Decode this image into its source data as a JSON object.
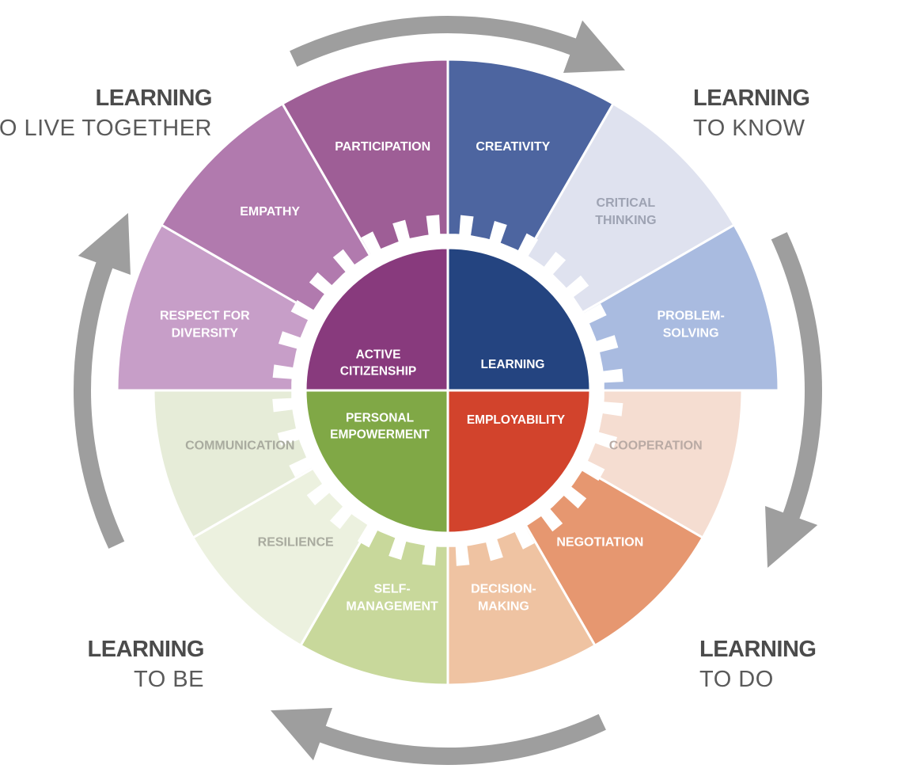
{
  "colors": {
    "background": "#ffffff",
    "arrow": "#9e9e9e",
    "separator": "#ffffff"
  },
  "corners": [
    {
      "id": "tl",
      "strong": "LEARNING",
      "light": "TO LIVE TOGETHER"
    },
    {
      "id": "tr",
      "strong": "LEARNING",
      "light": "TO KNOW"
    },
    {
      "id": "bl",
      "strong": "LEARNING",
      "light": "TO BE"
    },
    {
      "id": "br",
      "strong": "LEARNING",
      "light": "TO DO"
    }
  ],
  "quadrants": [
    {
      "core": {
        "lines": [
          "ACTIVE",
          "CITIZENSHIP"
        ],
        "color": "#883a7d"
      },
      "segments": [
        {
          "lines": [
            "RESPECT FOR",
            "DIVERSITY"
          ],
          "color": "#c79ec8",
          "text_color": "#ffffff"
        },
        {
          "lines": [
            "EMPATHY"
          ],
          "color": "#b17aae",
          "text_color": "#ffffff"
        },
        {
          "lines": [
            "PARTICIPATION"
          ],
          "color": "#9e5e96",
          "text_color": "#ffffff"
        }
      ]
    },
    {
      "core": {
        "lines": [
          "LEARNING"
        ],
        "color": "#244480"
      },
      "segments": [
        {
          "lines": [
            "CREATIVITY"
          ],
          "color": "#4d65a0",
          "text_color": "#ffffff"
        },
        {
          "lines": [
            "CRITICAL",
            "THINKING"
          ],
          "color": "#dfe2ef",
          "text_color": "#9ea3b3"
        },
        {
          "lines": [
            "PROBLEM-",
            "SOLVING"
          ],
          "color": "#a9bbe0",
          "text_color": "#ffffff"
        }
      ]
    },
    {
      "core": {
        "lines": [
          "EMPLOYABILITY"
        ],
        "color": "#d2432c"
      },
      "segments": [
        {
          "lines": [
            "COOPERATION"
          ],
          "color": "#f5ddd1",
          "text_color": "#b9aaa4"
        },
        {
          "lines": [
            "NEGOTIATION"
          ],
          "color": "#e69770",
          "text_color": "#ffffff"
        },
        {
          "lines": [
            "DECISION-",
            "MAKING"
          ],
          "color": "#efc3a2",
          "text_color": "#ffffff"
        }
      ]
    },
    {
      "core": {
        "lines": [
          "PERSONAL",
          "EMPOWERMENT"
        ],
        "color": "#80a846"
      },
      "segments": [
        {
          "lines": [
            "SELF-",
            "MANAGEMENT"
          ],
          "color": "#c8d89b",
          "text_color": "#ffffff"
        },
        {
          "lines": [
            "RESILIENCE"
          ],
          "color": "#ecf1df",
          "text_color": "#a9ab9f"
        },
        {
          "lines": [
            "COMMUNICATION"
          ],
          "color": "#e6ecd8",
          "text_color": "#a9ab9f"
        }
      ]
    }
  ]
}
